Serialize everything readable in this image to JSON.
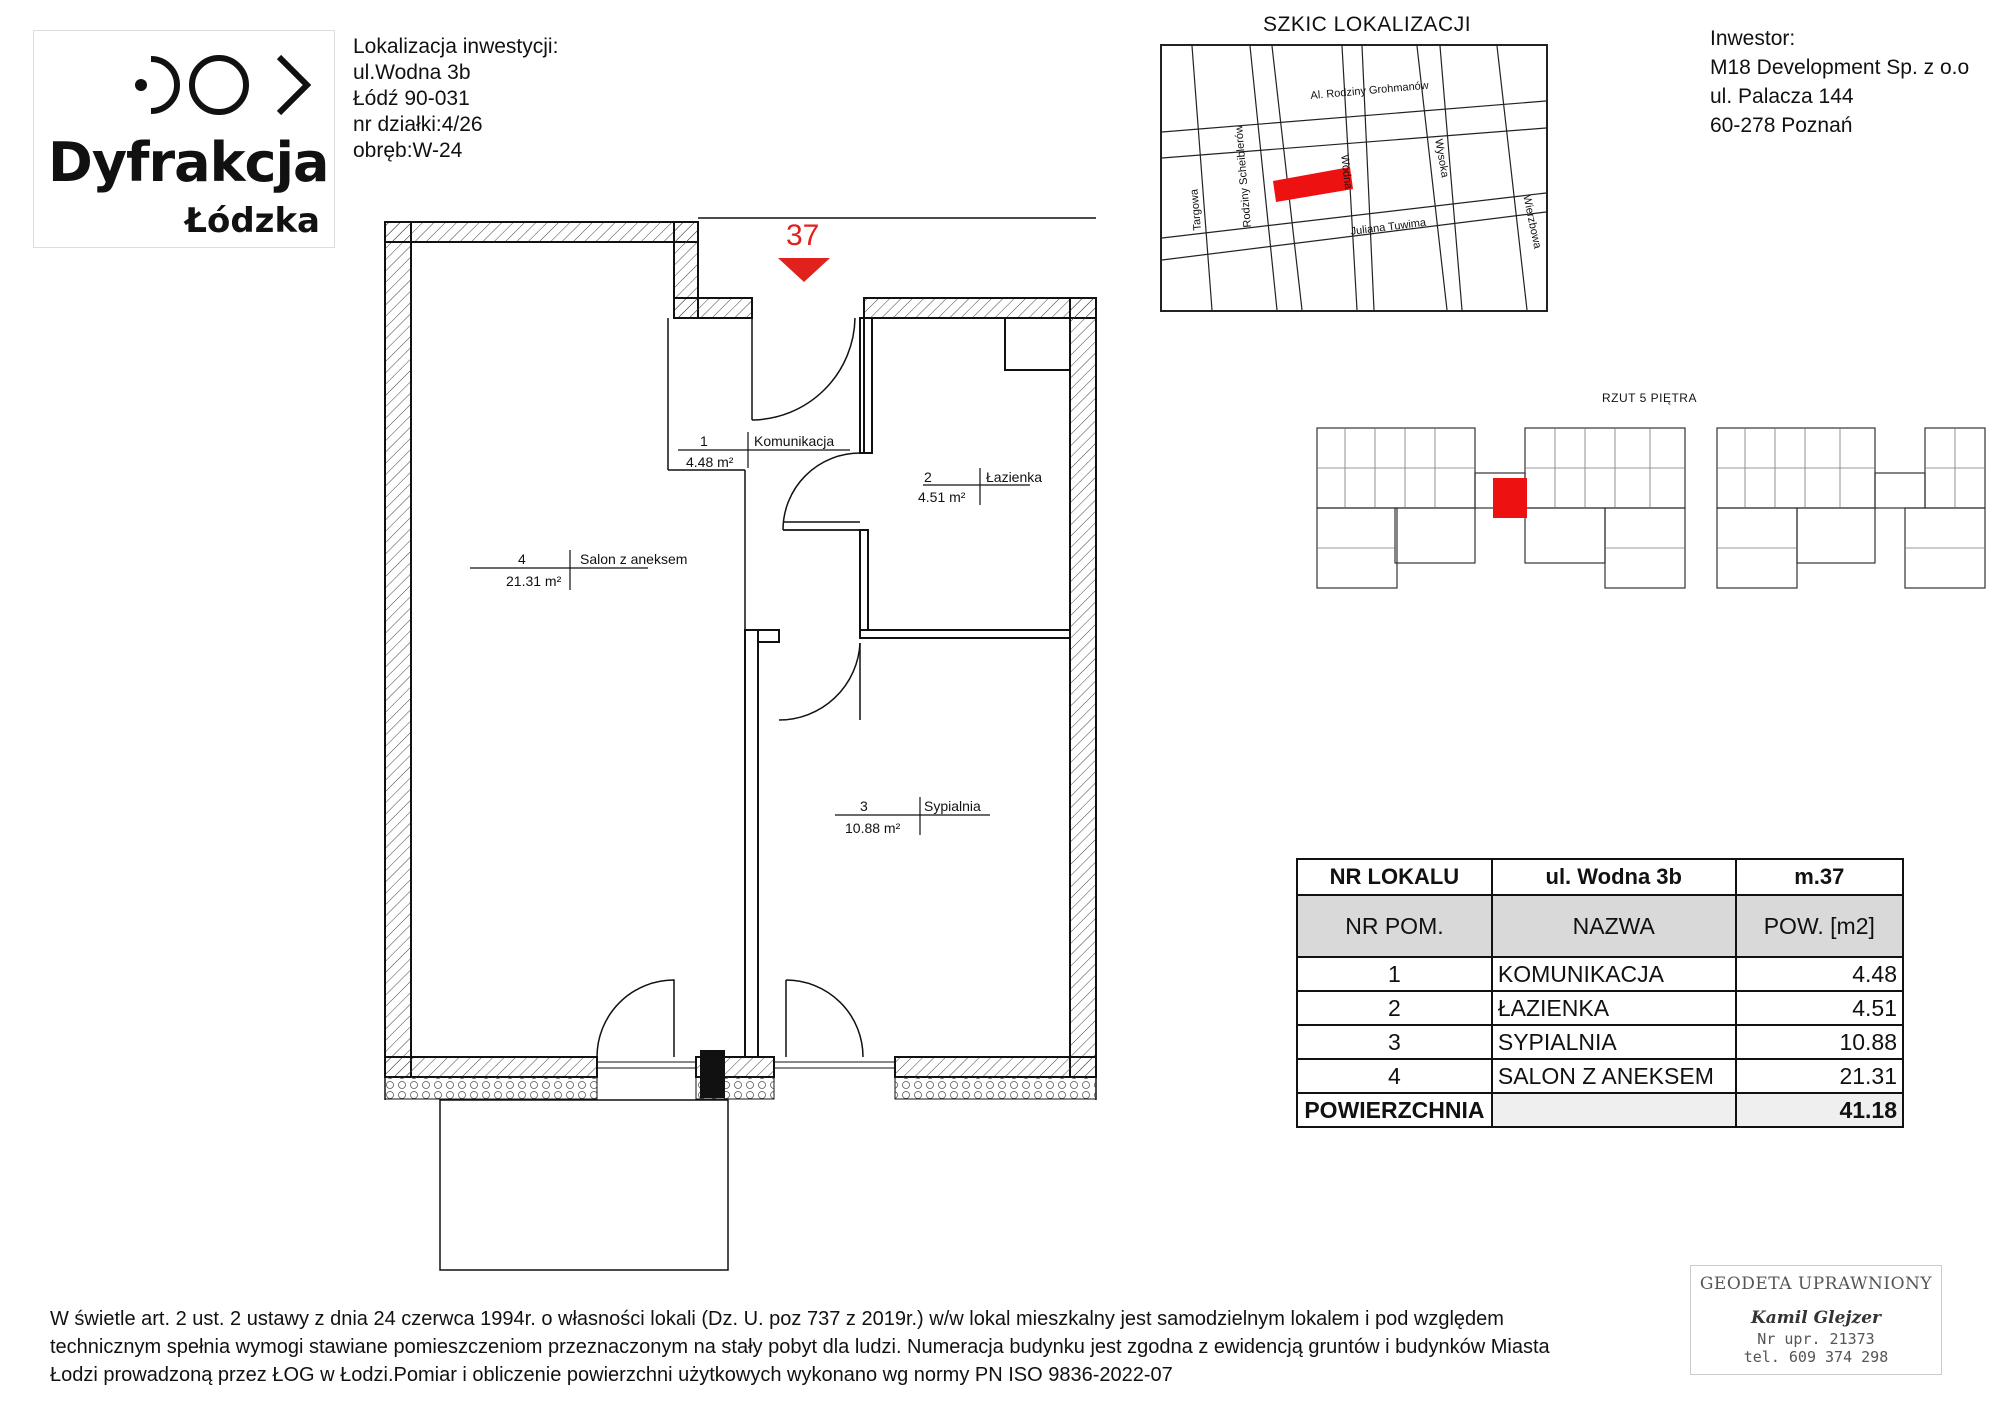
{
  "logo": {
    "name": "Dyfrakcja",
    "sub": "Łódzka"
  },
  "location": {
    "heading": "Lokalizacja inwestycji:",
    "street": "ul.Wodna 3b",
    "city": "Łódź 90-031",
    "plot": "nr działki:4/26",
    "precinct": "obręb:W-24"
  },
  "investor": {
    "heading": "Inwestor:",
    "company": "M18 Development Sp. z o.o",
    "street": "ul. Palacza 144",
    "city": "60-278 Poznań"
  },
  "sketch": {
    "title": "SZKIC LOKALIZACJI",
    "streets": {
      "grohmanow": "Al. Rodziny Grohmanów",
      "scheiblerow": "Rodziny Scheiblerów",
      "wodna": "Wodna",
      "wysoka": "Wysoka",
      "targowa": "Targowa",
      "tuwima": "Juliana Tuwima",
      "wierzbowa": "Wierzbowa"
    },
    "highlight_color": "#ee1111"
  },
  "floor_plan_title": "RZUT 5 PIĘTRA",
  "unit_number": "37",
  "rooms": [
    {
      "num": "1",
      "name": "Komunikacja",
      "area": "4.48 m²"
    },
    {
      "num": "2",
      "name": "Łazienka",
      "area": "4.51 m²"
    },
    {
      "num": "3",
      "name": "Sypialnia",
      "area": "10.88 m²"
    },
    {
      "num": "4",
      "name": "Salon z aneksem",
      "area": "21.31 m²"
    }
  ],
  "table": {
    "header": {
      "c1": "NR LOKALU",
      "c2": "ul. Wodna 3b",
      "c3": "m.37"
    },
    "subheader": {
      "c1": "NR  POM.",
      "c2": "NAZWA",
      "c3": "POW. [m2]"
    },
    "rows": [
      {
        "num": "1",
        "name": "KOMUNIKACJA",
        "area": "4.48"
      },
      {
        "num": "2",
        "name": "ŁAZIENKA",
        "area": "4.51"
      },
      {
        "num": "3",
        "name": "SYPIALNIA",
        "area": "10.88"
      },
      {
        "num": "4",
        "name": "SALON Z ANEKSEM",
        "area": "21.31"
      }
    ],
    "total": {
      "label": "POWIERZCHNIA",
      "value": "41.18"
    }
  },
  "legal": {
    "line1": "W świetle art. 2 ust. 2 ustawy z dnia 24 czerwca 1994r. o własności lokali (Dz. U. poz 737 z 2019r.) w/w lokal mieszkalny  jest samodzielnym lokalem i pod względem",
    "line2": "technicznym spełnia wymogi stawiane pomieszczeniom przeznaczonym na  stały pobyt  dla ludzi.  Numeracja budynku jest zgodna z ewidencją gruntów i budynków Miasta",
    "line3": "Łodzi prowadzoną przez ŁOG w Łodzi.Pomiar i obliczenie powierzchni użytkowych wykonano wg normy PN ISO 9836-2022-07"
  },
  "stamp": {
    "title": "GEODETA UPRAWNIONY",
    "name": "Kamil Glejzer",
    "license": "Nr upr. 21373",
    "phone": "tel. 609 374 298"
  }
}
